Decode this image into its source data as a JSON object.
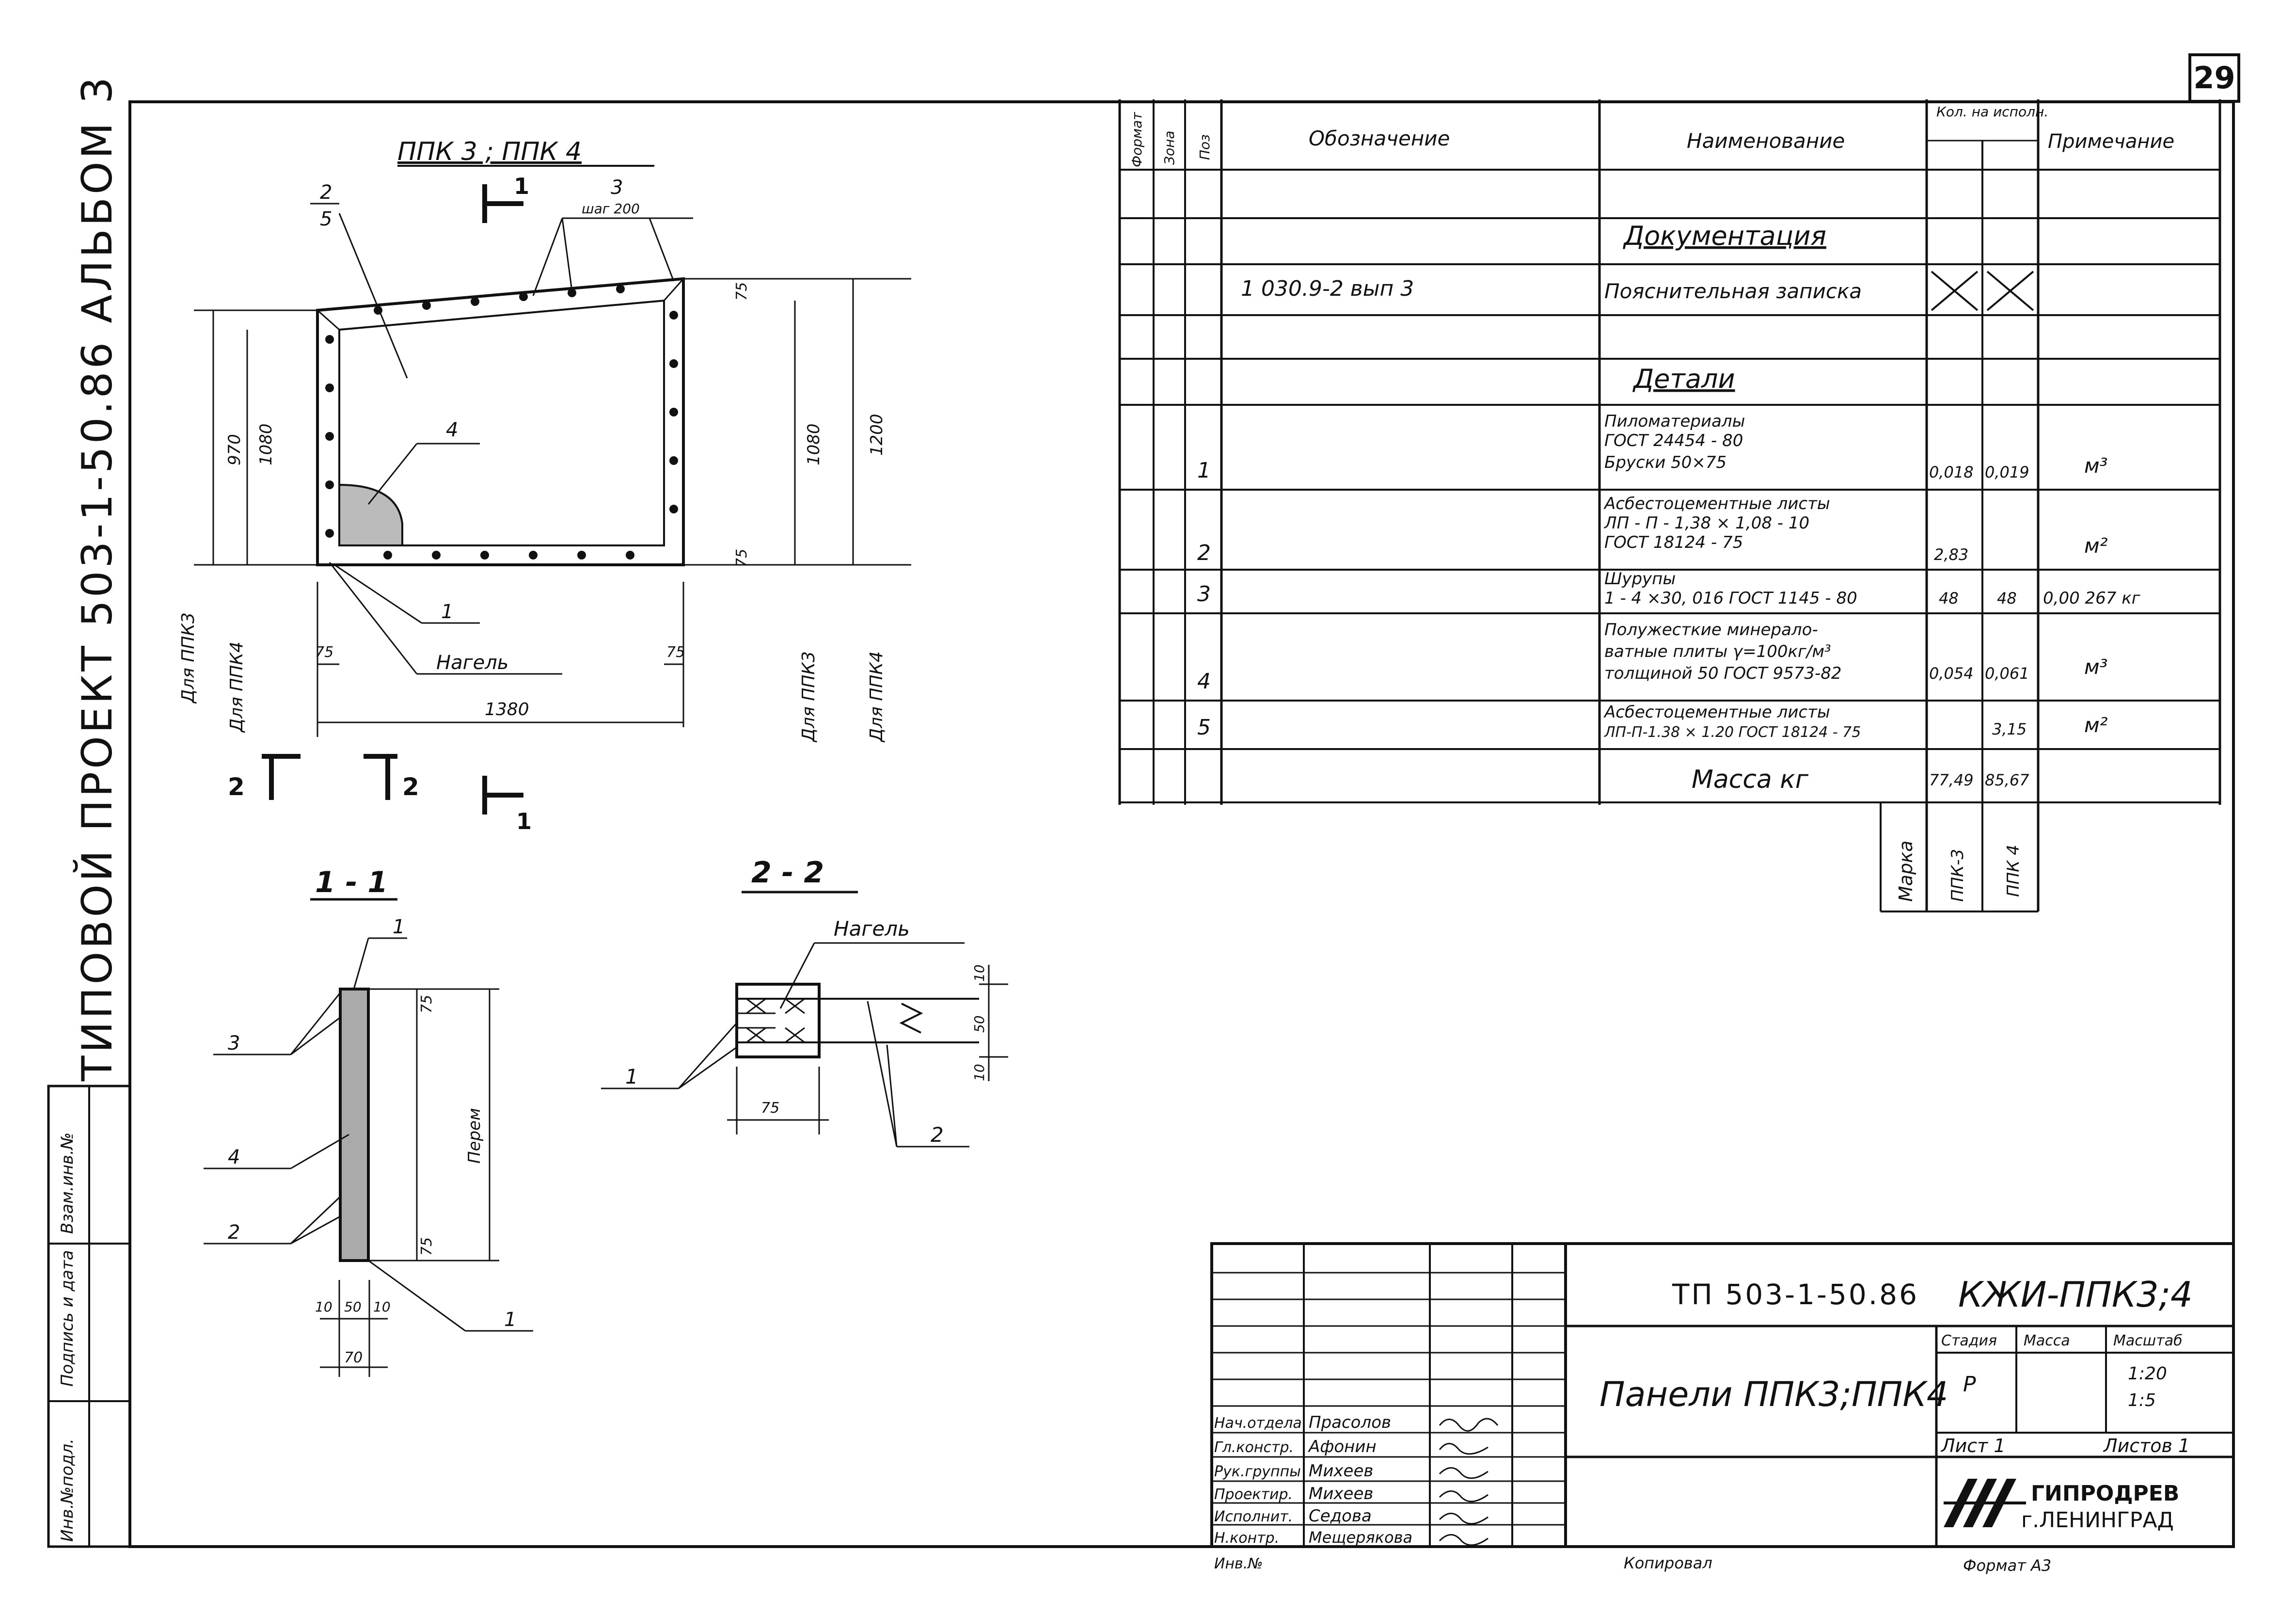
{
  "sheet_number": "29",
  "album_title": "ТИПОВОЙ ПРОЕКТ 503-1-50.86 АЛЬБОМ 3",
  "binding_strip": [
    "Инв.№подл.",
    "Подпись и дата",
    "Взам.инв.№"
  ],
  "plan_view": {
    "title": "ППК 3 ; ППК 4",
    "labels": {
      "pos_2_5": [
        "2",
        "5"
      ],
      "pos_3": "3",
      "step": "шаг 200",
      "pos_4": "4",
      "pos_1": "1",
      "nagel": "Нагель",
      "dims": {
        "d970": "970",
        "d1080": "1080",
        "d1200": "1200",
        "d1380": "1380",
        "d75": "75"
      },
      "for_ppk3": "Для ППК3",
      "for_ppk4": "Для ППК4",
      "section_marks": [
        "1",
        "2",
        "2",
        "1"
      ]
    }
  },
  "section_1_1": {
    "title": "1 - 1",
    "labels": {
      "p1": "1",
      "p3": "3",
      "p4": "4",
      "p2": "2",
      "p1b": "1",
      "d75": "75",
      "perem": "Перем",
      "d10": "10",
      "d50": "50",
      "d70": "70"
    }
  },
  "section_2_2": {
    "title": "2 - 2",
    "labels": {
      "nagel": "Нагель",
      "p1": "1",
      "p2": "2",
      "d10": "10",
      "d50": "50",
      "d75": "75"
    }
  },
  "spec_table": {
    "headers": {
      "format": "Формат",
      "zone": "Зона",
      "pos": "Поз",
      "designation": "Обозначение",
      "name": "Наименование",
      "qty": "Кол. на исполн.",
      "note": "Примечание"
    },
    "section_docs": "Документация",
    "doc_row": {
      "designation": "1 030.9-2  вып 3",
      "name": "Пояснительная записка"
    },
    "section_details": "Детали",
    "rows": [
      {
        "pos": "1",
        "name": [
          "Пиломатериалы",
          "ГОСТ 24454 - 80",
          "Бруски  50×75"
        ],
        "q1": "0,018",
        "q2": "0,019",
        "note": "м³"
      },
      {
        "pos": "2",
        "name": [
          "Асбестоцементные листы",
          "ЛП - П - 1,38 × 1,08 - 10",
          "ГОСТ 18124 - 75"
        ],
        "q1": "2,83",
        "q2": "",
        "note": "м²"
      },
      {
        "pos": "3",
        "name": [
          "Шурупы",
          "1 - 4 ×30, 016  ГОСТ 1145 - 80"
        ],
        "q1": "48",
        "q2": "48",
        "note": "0,00 267 кг"
      },
      {
        "pos": "4",
        "name": [
          "Полужесткие минерало-",
          "ватные  плиты γ=100кг/м³",
          "толщиной 50 ГОСТ 9573-82"
        ],
        "q1": "0,054",
        "q2": "0,061",
        "note": "м³"
      },
      {
        "pos": "5",
        "name": [
          "Асбестоцементные листы",
          "ЛП-П-1.38 × 1.20 ГОСТ 18124 - 75"
        ],
        "q1": "",
        "q2": "3,15",
        "note": "м²"
      }
    ],
    "mass_label": "Масса  кг",
    "mass_q1": "77,49",
    "mass_q2": "85,67",
    "marka_label": "Марка",
    "marka_q1": "ППК-3",
    "marka_q2": "ППК 4"
  },
  "title_block": {
    "code": "ТП 503-1-50.86",
    "doc": "КЖИ-ППК3;4",
    "name": "Панели  ППК3;ППК4",
    "stage_label": "Стадия",
    "mass_label": "Масса",
    "scale_label": "Масштаб",
    "stage": "Р",
    "scale1": "1:20",
    "scale2": "1:5",
    "sheet": "Лист 1",
    "sheets": "Листов 1",
    "org_line1": "ГИПРОДРЕВ",
    "org_line2": "г.ЛЕНИНГРАД",
    "people": [
      {
        "role": "Нач.отдела",
        "name": "Прасолов"
      },
      {
        "role": "Гл.констр.",
        "name": "Афонин"
      },
      {
        "role": "Рук.группы",
        "name": "Михеев"
      },
      {
        "role": "Проектир.",
        "name": "Михеев"
      },
      {
        "role": "Исполнит.",
        "name": "Седова"
      },
      {
        "role": "Н.контр.",
        "name": "Мещерякова"
      }
    ],
    "inv": "Инв.№",
    "copied": "Копировал",
    "format": "Формат А3"
  }
}
